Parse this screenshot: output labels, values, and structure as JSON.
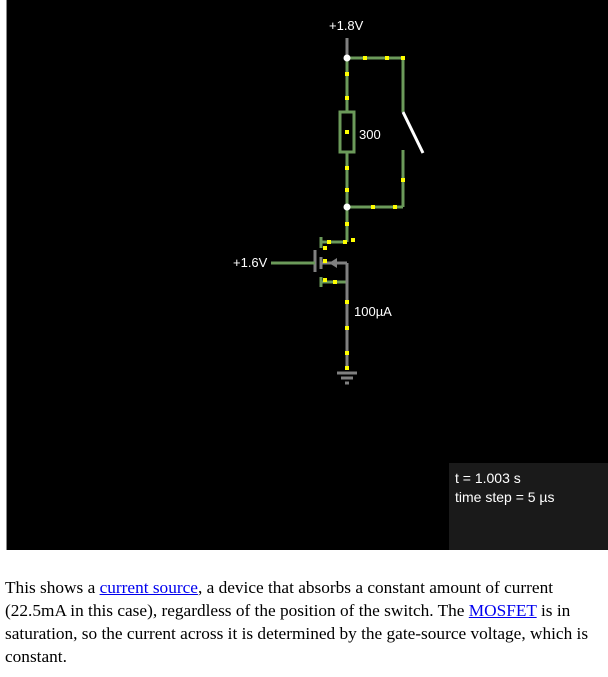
{
  "circuit": {
    "supply_label": "+1.8V",
    "resistor_label": "300",
    "gate_label": "+1.6V",
    "current_label": "100µA"
  },
  "info": {
    "time": "t = 1.003 s",
    "time_step": "time step = 5 µs"
  },
  "caption": {
    "part1": "This shows a ",
    "link1": "current source",
    "part2": ", a device that absorbs a constant amount of current (22.5mA in this case), regardless of the position of the switch. The ",
    "link2": "MOSFET",
    "part3": " is in saturation, so the current across it is determined by the gate-source voltage, which is constant."
  },
  "colors": {
    "background": "#000000",
    "wire": "#6b9a5a",
    "wire_gray": "#808080",
    "current_dot": "#ffff00",
    "link": "#0000ee"
  }
}
